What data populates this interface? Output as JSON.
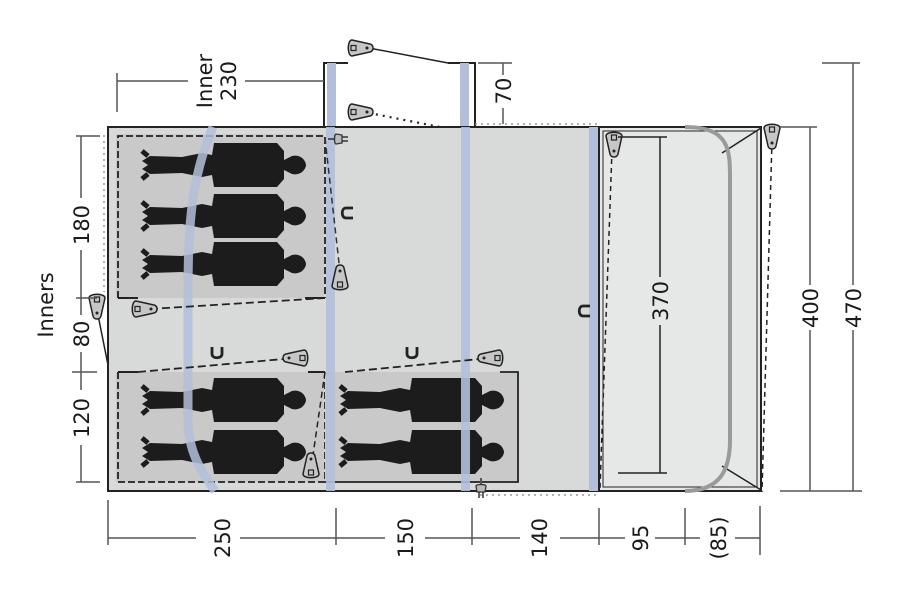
{
  "diagram": {
    "type": "tent-floor-plan",
    "units": "cm",
    "colors": {
      "outline": "#222222",
      "floor": "#d8dad9",
      "inner_tent": "#c8c9c8",
      "porch_floor": "#e6e8e7",
      "pole": "#b3bfda",
      "canopy_pole": "#9a9a9a",
      "silhouette": "#1c1c1c",
      "dim_line": "#555555"
    },
    "labels": {
      "inners": "Inners",
      "inner_top_word": "Inner",
      "inner_top_value": "230"
    },
    "dimensions": {
      "bottom": [
        "250",
        "150",
        "140",
        "95",
        "(85)"
      ],
      "left": [
        "180",
        "80",
        "120"
      ],
      "top_extension": "70",
      "canopy_inner": "370",
      "right_inner": "400",
      "right_outer": "470"
    },
    "rooms": [
      {
        "name": "inner-room-1",
        "sleepers": 3
      },
      {
        "name": "inner-room-2",
        "sleepers": 2
      },
      {
        "name": "inner-room-3",
        "sleepers": 2
      }
    ],
    "icons": {
      "stake": "peg-icon",
      "plug": "electric-hookup-icon",
      "magnet": "magnet-icon"
    }
  }
}
